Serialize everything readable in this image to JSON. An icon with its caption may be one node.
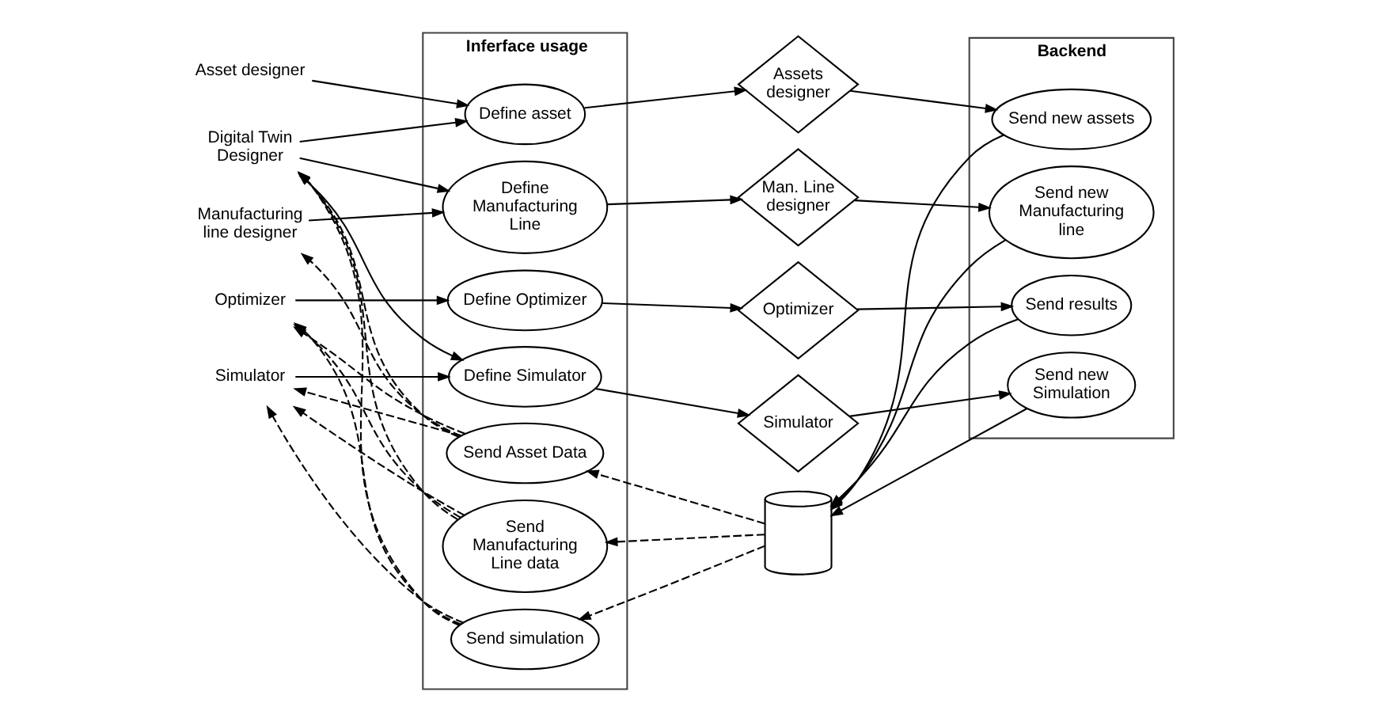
{
  "diagram": {
    "nodes": [
      {
        "text": [
          "Asset designer"
        ]
      },
      {
        "text": [
          "Manufacturing line designer"
        ]
      },
      {
        "text": [
          "Simulator"
        ]
      },
      {
        "text": [
          "Optimizer"
        ]
      },
      {
        "text": [
          "Digital Twin Designer"
        ]
      },
      {
        "text": [
          "Inferface usage"
        ]
      },
      {
        "text": [
          "Define asset"
        ],
        "in": 5
      },
      {
        "text": [
          "Define Manufacturing Line"
        ],
        "in": 5
      },
      {
        "text": [
          "Define Simulator"
        ],
        "in": 5
      },
      {
        "text": [
          "Define Optimizer"
        ],
        "in": 5
      },
      {
        "text": [
          "Send Asset Data"
        ],
        "in": 5
      },
      {
        "text": [
          "Send Manufacturing Line data"
        ],
        "in": 5
      },
      {
        "text": [
          "Send simulation"
        ],
        "in": 5
      },
      {
        "text": [
          "Assets designer"
        ]
      },
      {
        "text": [
          "Man. Line designer"
        ]
      },
      {
        "text": [
          "Simulator"
        ]
      },
      {
        "text": [
          "Optimizer"
        ]
      },
      {
        "text": [],
        "shape": "cylinder"
      },
      {
        "text": [
          "Backend"
        ]
      },
      {
        "text": [
          "Send new assets"
        ],
        "in": 18
      },
      {
        "text": [
          "Send new Manufacturing line"
        ],
        "in": 18
      },
      {
        "text": [
          "Send new Simulation"
        ],
        "in": 18
      },
      {
        "text": [
          "Send results"
        ],
        "in": 18
      }
    ],
    "edges": [
      {
        "from": 0,
        "to": 6,
        "arrow": "to"
      },
      {
        "from": 1,
        "to": 7,
        "arrow": "to"
      },
      {
        "from": 2,
        "to": 8,
        "arrow": "to"
      },
      {
        "from": 3,
        "to": 9,
        "arrow": "to"
      },
      {
        "from": 4,
        "to": 6,
        "arrow": "to"
      },
      {
        "from": 4,
        "to": 7,
        "arrow": "to"
      },
      {
        "from": 4,
        "to": 8,
        "arrow": "to"
      },
      {
        "from": 6,
        "to": 13,
        "arrow": "to"
      },
      {
        "from": 7,
        "to": 14,
        "arrow": "to"
      },
      {
        "from": 8,
        "to": 15,
        "arrow": "to"
      },
      {
        "from": 9,
        "to": 16,
        "arrow": "to"
      },
      {
        "from": 13,
        "to": 19,
        "arrow": "to"
      },
      {
        "from": 14,
        "to": 20,
        "arrow": "to"
      },
      {
        "from": 15,
        "to": 21,
        "arrow": "to"
      },
      {
        "from": 16,
        "to": 22,
        "arrow": "to"
      },
      {
        "from": 19,
        "to": 17,
        "arrow": "to"
      },
      {
        "from": 20,
        "to": 17,
        "arrow": "to"
      },
      {
        "from": 21,
        "to": 17,
        "arrow": "to"
      },
      {
        "from": 22,
        "to": 17,
        "arrow": "to"
      },
      {
        "from": 17,
        "to": 10,
        "arrow": "to",
        "style": "dashed"
      },
      {
        "from": 17,
        "to": 11,
        "arrow": "to",
        "style": "dashed"
      },
      {
        "from": 17,
        "to": 12,
        "arrow": "to",
        "style": "dashed"
      },
      {
        "from": 10,
        "to": 1,
        "arrow": "to",
        "style": "dashed"
      },
      {
        "from": 11,
        "to": 4,
        "arrow": "to",
        "style": "dashed"
      },
      {
        "from": 11,
        "to": 3,
        "arrow": "to",
        "style": "dashed"
      },
      {
        "from": 11,
        "to": 2,
        "arrow": "to",
        "style": "dashed"
      },
      {
        "from": 10,
        "to": 4,
        "arrow": "to",
        "style": "dashed"
      },
      {
        "from": 10,
        "to": 3,
        "arrow": "to",
        "style": "dashed"
      },
      {
        "from": 10,
        "to": 2,
        "arrow": "to",
        "style": "dashed"
      },
      {
        "from": 12,
        "to": 4,
        "arrow": "to",
        "style": "dashed"
      },
      {
        "from": 12,
        "to": 3,
        "arrow": "to",
        "style": "dashed"
      },
      {
        "from": 12,
        "to": 2,
        "arrow": "to",
        "style": "dashed"
      }
    ]
  }
}
